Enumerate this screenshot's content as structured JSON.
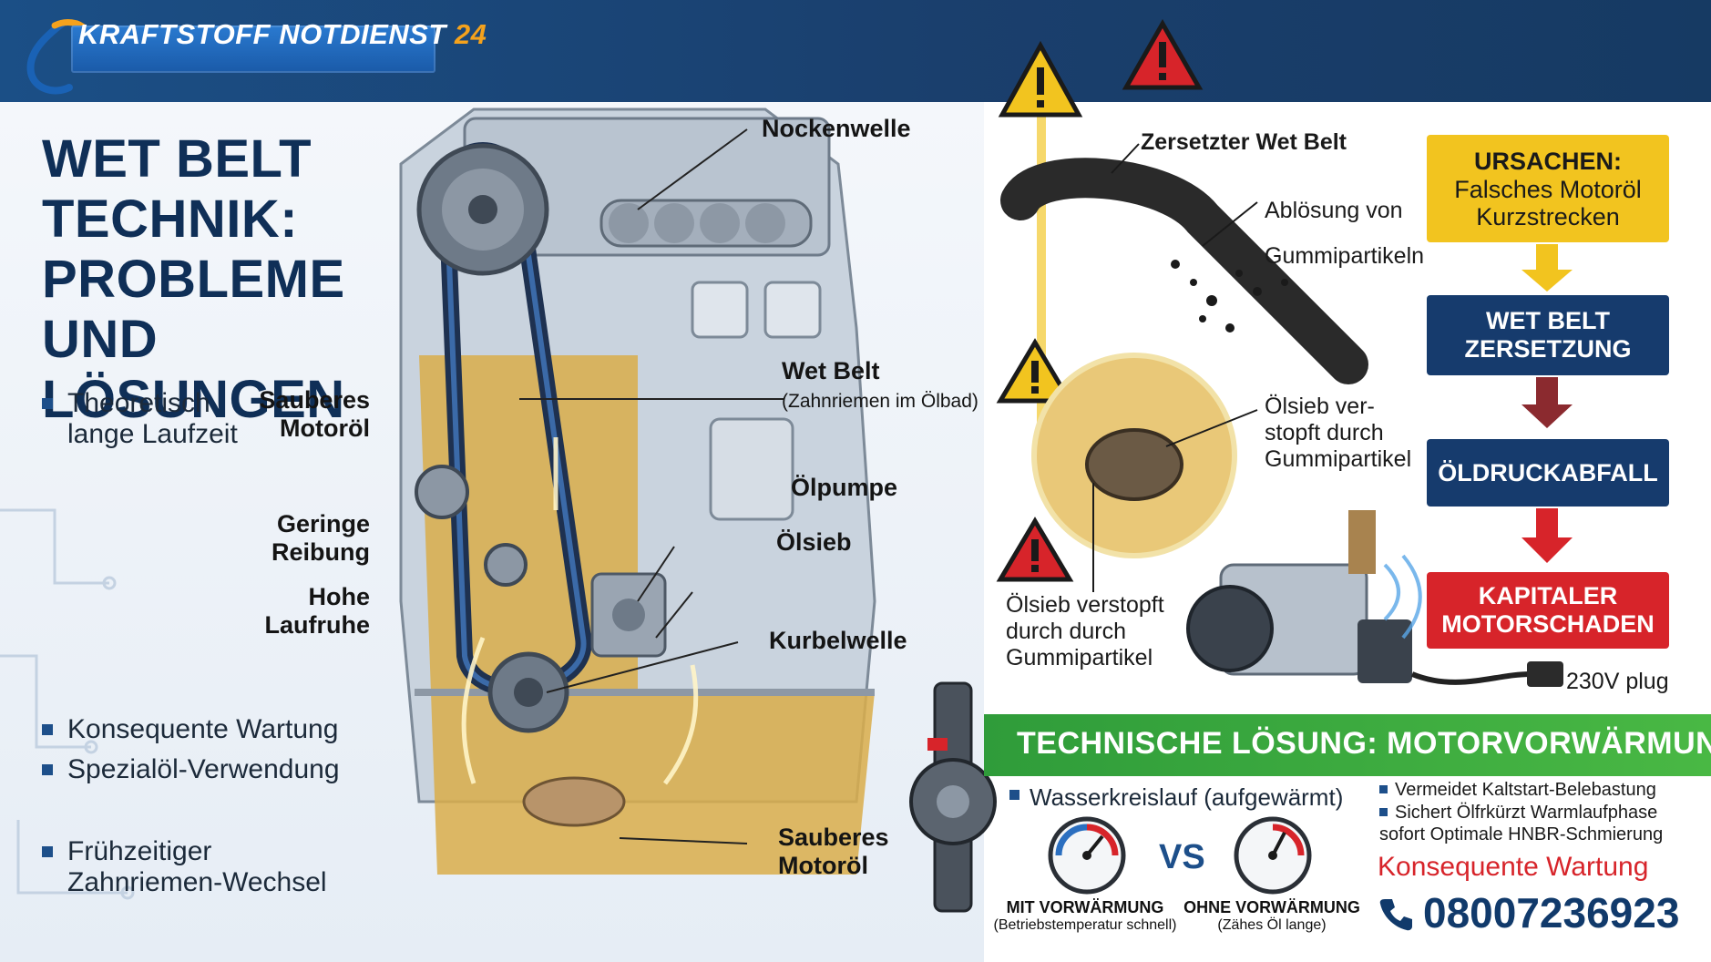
{
  "brand": {
    "name_main": "KRAFTSTOFF NOTDIENST",
    "name_number": "24"
  },
  "title_lines": [
    "WET BELT",
    "TECHNIK:",
    "PROBLEME",
    "UND LÖSUNGEN"
  ],
  "left_bullets": [
    {
      "lines": [
        "Theoretisch",
        "lange Laufzeit"
      ]
    },
    {
      "lines": [
        "Konsequente Wartung"
      ]
    },
    {
      "lines": [
        "Spezialöl-Verwendung"
      ]
    },
    {
      "lines": [
        "Frühzeitiger",
        "Zahnriemen-Wechsel"
      ]
    }
  ],
  "engine_labels": {
    "clean_oil_top": [
      "Sauberes",
      "Motoröl"
    ],
    "low_friction": [
      "Geringe",
      "Reibung"
    ],
    "smooth_running": [
      "Hohe",
      "Laufruhe"
    ],
    "camshaft": "Nockenwelle",
    "wet_belt": "Wet Belt",
    "wet_belt_sub": "(Zahnriemen im Ölbad)",
    "oil_pump": "Ölpumpe",
    "oil_strainer": "Ölsieb",
    "crankshaft": "Kurbelwelle",
    "clean_oil_bottom": [
      "Sauberes",
      "Motoröl"
    ]
  },
  "problem_labels": {
    "degraded_belt": "Zersetzter Wet Belt",
    "detach": [
      "Ablösung von",
      "Gummipartikeln"
    ],
    "strainer_clogged_right": [
      "Ölsieb ver-",
      "stopft durch",
      "Gummipartikel"
    ],
    "strainer_clogged_bottom": [
      "Ölsieb verstopft",
      "durch durch",
      "Gummipartikel"
    ],
    "plug": "230V plug"
  },
  "flow": {
    "cause_title": "URSACHEN:",
    "cause_lines": [
      "Falsches Motoröl",
      "Kurzstrecken"
    ],
    "step1": [
      "WET BELT",
      "ZERSETZUNG"
    ],
    "step2": "ÖLDRUCKABFALL",
    "step3": [
      "KAPITALER",
      "MOTORSCHADEN"
    ]
  },
  "solution": {
    "banner": "TECHNISCHE LÖSUNG: MOTORVORWÄRMUNG",
    "circuit": "Wasserkreislauf (aufgewärmt)",
    "benefits": [
      "Vermeidet Kaltstart-Belebastung",
      "Sichert Ölfrkürzt Warmlaufphase",
      "sofort Optimale HNBR-Schmierung"
    ],
    "with_title": "MIT VORWÄRMUNG",
    "with_sub": "(Betriebstemperatur schnell)",
    "vs": "VS",
    "without_title": "OHNE VORWÄRMUNG",
    "without_sub": "(Zähes Öl lange)",
    "cta": "Konsequente Wartung",
    "phone": "08007236923"
  },
  "colors": {
    "navy": "#163b6d",
    "yellow": "#f2c41f",
    "red": "#d7242a",
    "green": "#3aa83f",
    "oil": "#d9ad4a"
  }
}
